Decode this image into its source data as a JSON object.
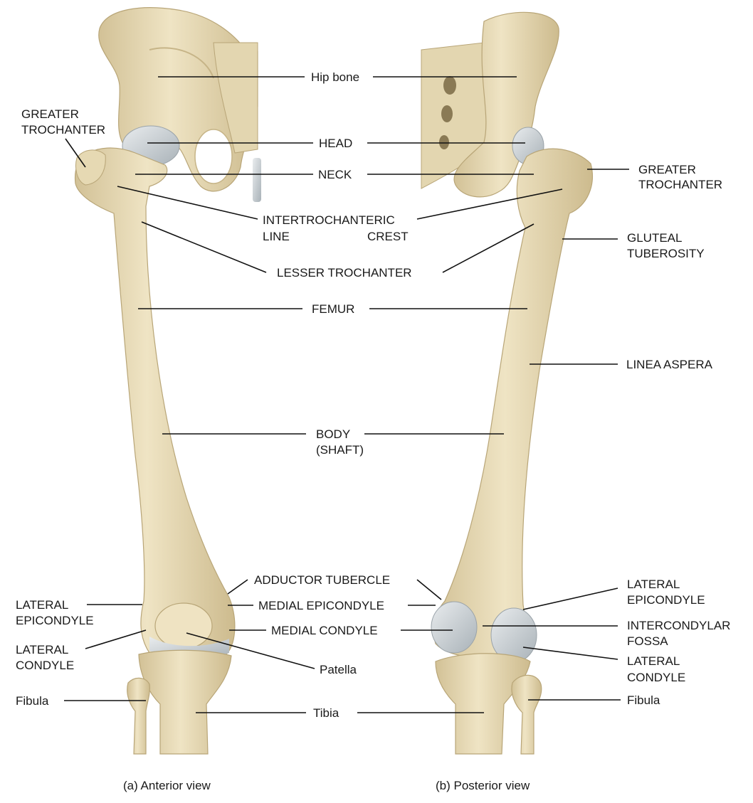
{
  "colors": {
    "bone": "#ece0bd",
    "bone_shade": "#d4c49a",
    "bone_dark": "#b8a577",
    "cartilage": "#c9d0d4",
    "line": "#111111",
    "text": "#1a1a1a"
  },
  "labels": {
    "hip_bone": "Hip bone",
    "head": "HEAD",
    "neck": "NECK",
    "intertroch_1": "INTERTROCHANTERIC",
    "intertroch_line": "LINE",
    "intertroch_crest": "CREST",
    "lesser_trochanter": "LESSER TROCHANTER",
    "femur": "FEMUR",
    "body_1": "BODY",
    "body_2": "(SHAFT)",
    "adductor_tubercle": "ADDUCTOR TUBERCLE",
    "medial_epicondyle": "MEDIAL EPICONDYLE",
    "medial_condyle": "MEDIAL CONDYLE",
    "patella": "Patella",
    "tibia": "Tibia",
    "greater_troch_left_1": "GREATER",
    "greater_troch_left_2": "TROCHANTER",
    "lateral_epicondyle_left_1": "LATERAL",
    "lateral_epicondyle_left_2": "EPICONDYLE",
    "lateral_condyle_left_1": "LATERAL",
    "lateral_condyle_left_2": "CONDYLE",
    "fibula_left": "Fibula",
    "greater_troch_right_1": "GREATER",
    "greater_troch_right_2": "TROCHANTER",
    "gluteal_1": "GLUTEAL",
    "gluteal_2": "TUBEROSITY",
    "linea_aspera": "LINEA ASPERA",
    "lateral_epicondyle_right_1": "LATERAL",
    "lateral_epicondyle_right_2": "EPICONDYLE",
    "intercondylar_1": "INTERCONDYLAR",
    "intercondylar_2": "FOSSA",
    "lateral_condyle_right_1": "LATERAL",
    "lateral_condyle_right_2": "CONDYLE",
    "fibula_right": "Fibula"
  },
  "captions": {
    "anterior": "(a) Anterior view",
    "posterior": "(b) Posterior view"
  }
}
